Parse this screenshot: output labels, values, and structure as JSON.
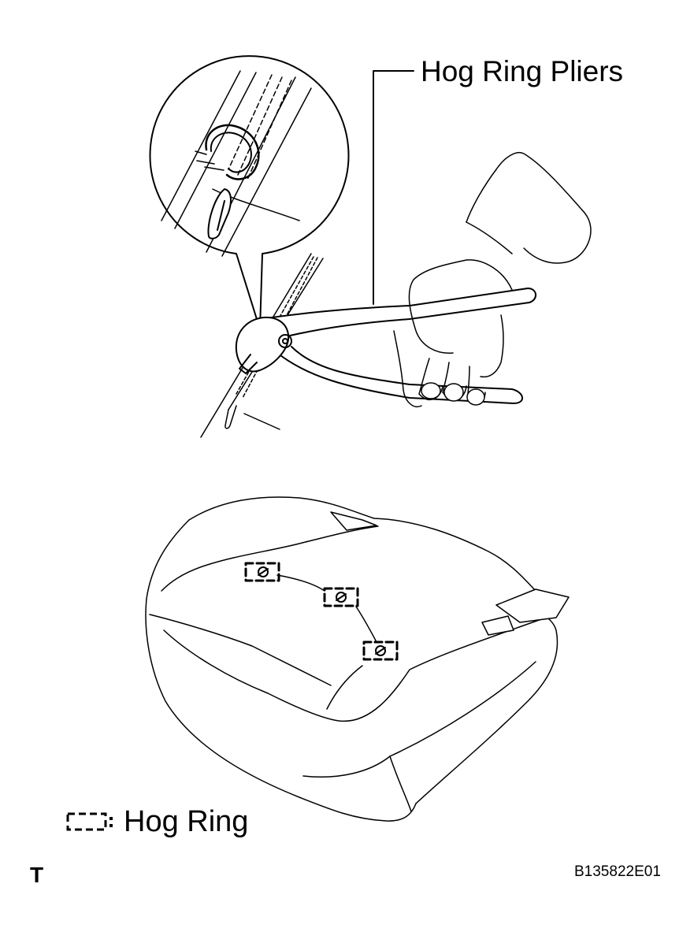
{
  "labels": {
    "pliers": "Hog Ring Pliers",
    "legend": "Hog Ring",
    "view_mark": "T",
    "figure_code": "B135822E01"
  },
  "colors": {
    "ink": "#000000",
    "paper": "#ffffff"
  }
}
